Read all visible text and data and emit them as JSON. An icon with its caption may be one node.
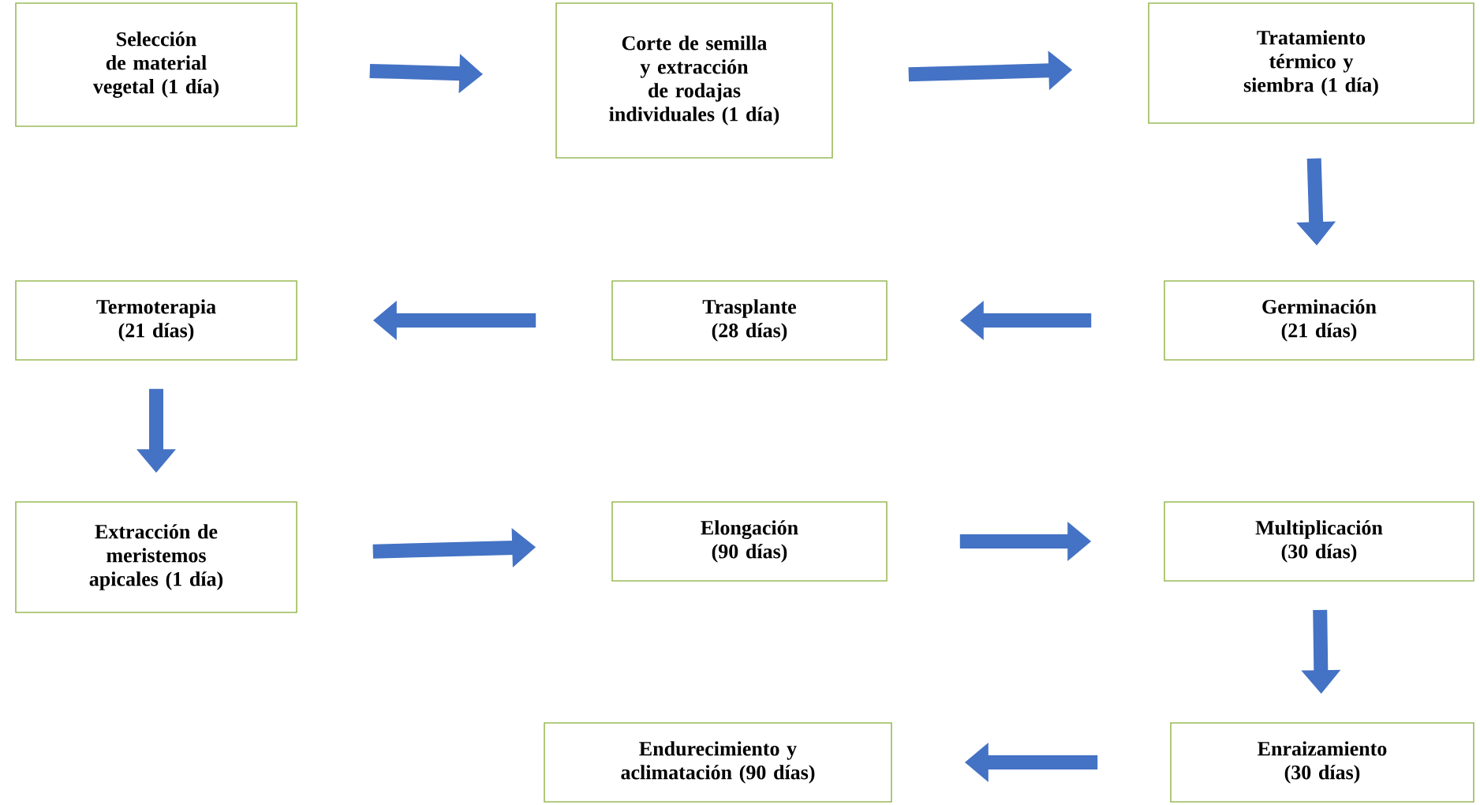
{
  "diagram": {
    "nodes": [
      {
        "text": [
          "Selección de material vegetal (1 día)"
        ]
      },
      {
        "text": [
          "Corte de semilla y extracción de rodajas individuales (1 día)"
        ]
      },
      {
        "text": [
          "Tratamiento térmico y siembra (1 día)"
        ]
      },
      {
        "text": [
          "Germinación (21 días)"
        ]
      },
      {
        "text": [
          "Trasplante (28 días)"
        ]
      },
      {
        "text": [
          "Termoterapia (21 días)"
        ]
      },
      {
        "text": [
          "Extracción de meristemos apicales (1 día)"
        ]
      },
      {
        "text": [
          "Elongación (90 días)"
        ]
      },
      {
        "text": [
          "Multiplicación (30 días)"
        ]
      },
      {
        "text": [
          "Enraizamiento (30 días)"
        ]
      },
      {
        "text": [
          "Endurecimiento y aclimatación (90 días)"
        ]
      }
    ],
    "edges": [
      {
        "from": 0,
        "to": 1,
        "arrow": "to"
      },
      {
        "from": 1,
        "to": 2,
        "arrow": "to"
      },
      {
        "from": 2,
        "to": 3,
        "arrow": "to"
      },
      {
        "from": 3,
        "to": 4,
        "arrow": "to"
      },
      {
        "from": 4,
        "to": 5,
        "arrow": "to"
      },
      {
        "from": 5,
        "to": 6,
        "arrow": "to"
      },
      {
        "from": 6,
        "to": 7,
        "arrow": "to"
      },
      {
        "from": 7,
        "to": 8,
        "arrow": "to"
      },
      {
        "from": 8,
        "to": 9,
        "arrow": "to"
      },
      {
        "from": 9,
        "to": 10,
        "arrow": "to"
      }
    ]
  }
}
